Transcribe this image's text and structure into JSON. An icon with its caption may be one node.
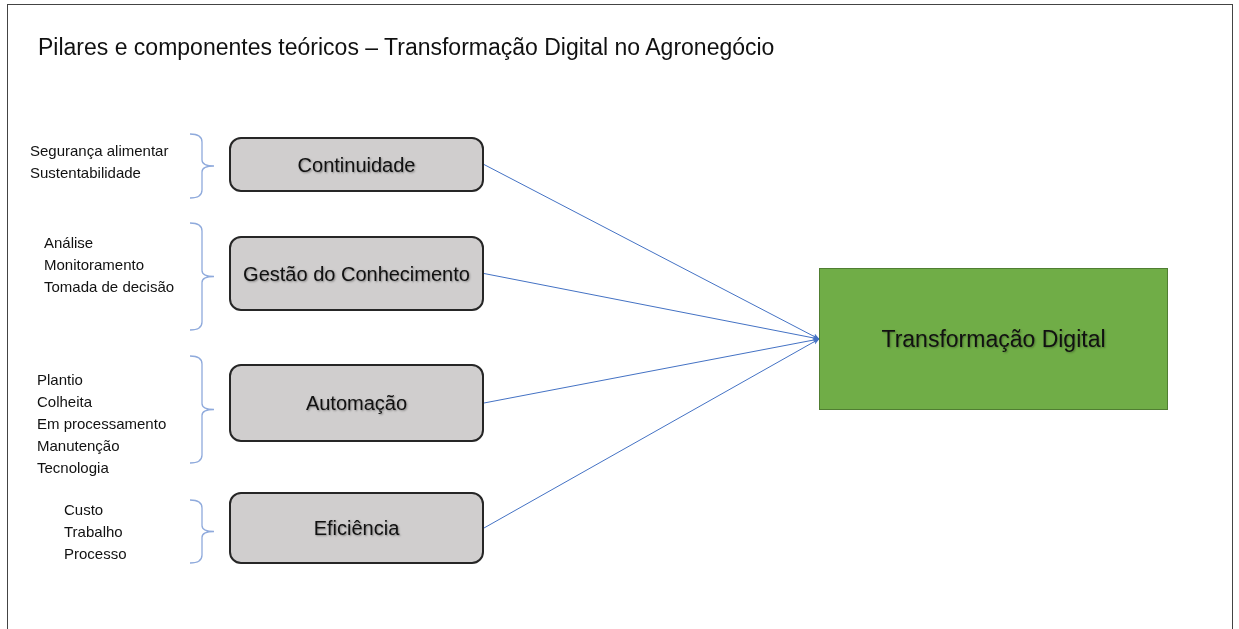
{
  "diagram": {
    "title": "Pilares e componentes teóricos – Transformação Digital no Agronegócio",
    "nodes": [
      {
        "text": [
          "Continuidade"
        ],
        "beside": [
          "Segurança alimentar",
          "Sustentabilidade"
        ]
      },
      {
        "text": [
          "Gestão do Conhecimento"
        ],
        "beside": [
          "Análise",
          "Monitoramento",
          "Tomada de decisão"
        ]
      },
      {
        "text": [
          "Automação"
        ],
        "beside": [
          "Plantio",
          "Colheita",
          "Em processamento",
          "Manutenção",
          "Tecnologia"
        ]
      },
      {
        "text": [
          "Eficiência"
        ],
        "beside": [
          "Custo",
          "Trabalho",
          "Processo"
        ]
      },
      {
        "text": [
          "Transformação Digital"
        ]
      }
    ],
    "edges": [
      {
        "from": 0,
        "to": 4,
        "arrow": "to"
      },
      {
        "from": 1,
        "to": 4,
        "arrow": "to"
      },
      {
        "from": 2,
        "to": 4,
        "arrow": "to"
      },
      {
        "from": 3,
        "to": 4,
        "arrow": "to"
      }
    ]
  }
}
